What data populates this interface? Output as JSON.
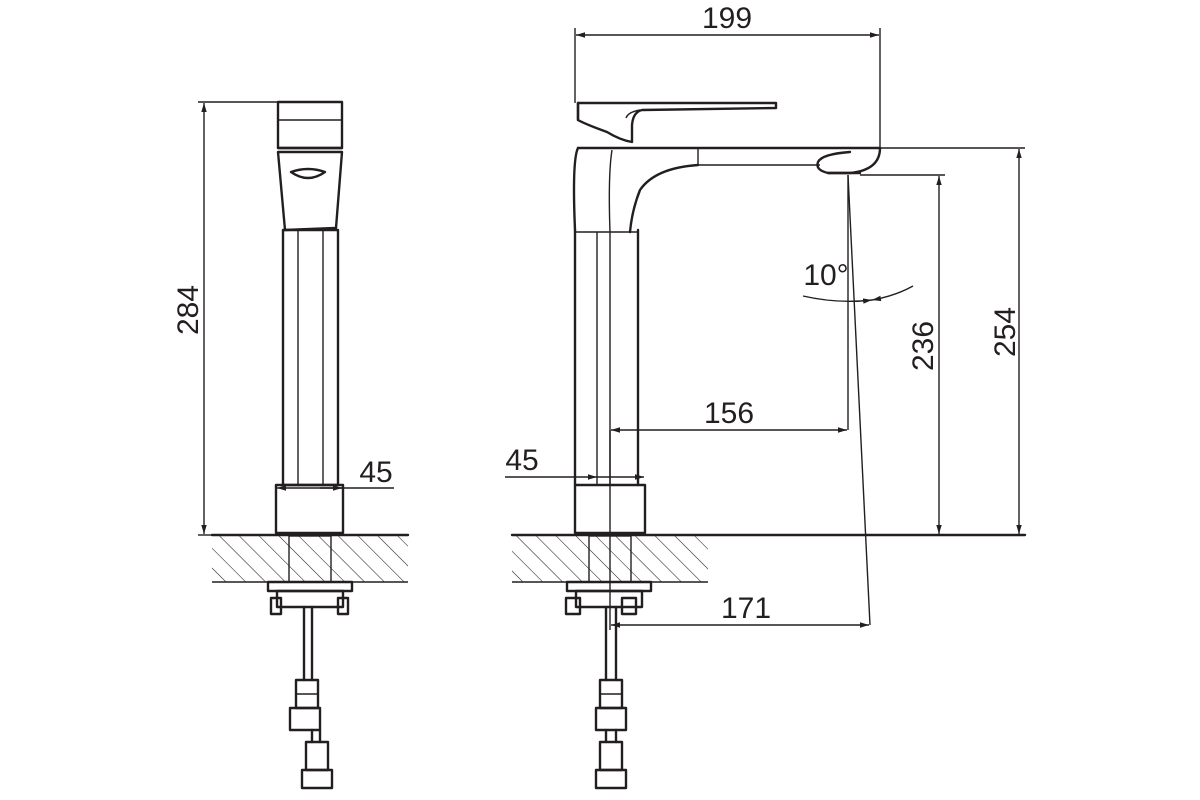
{
  "dimensions": {
    "side_height": "284",
    "side_base_width": "45",
    "front_width": "199",
    "front_height_254": "254",
    "front_height_236": "236",
    "front_reach_156": "156",
    "front_base_width": "45",
    "front_reach_171": "171",
    "spout_angle": "10°"
  },
  "colors": {
    "line": "#231f20",
    "background": "#ffffff"
  }
}
